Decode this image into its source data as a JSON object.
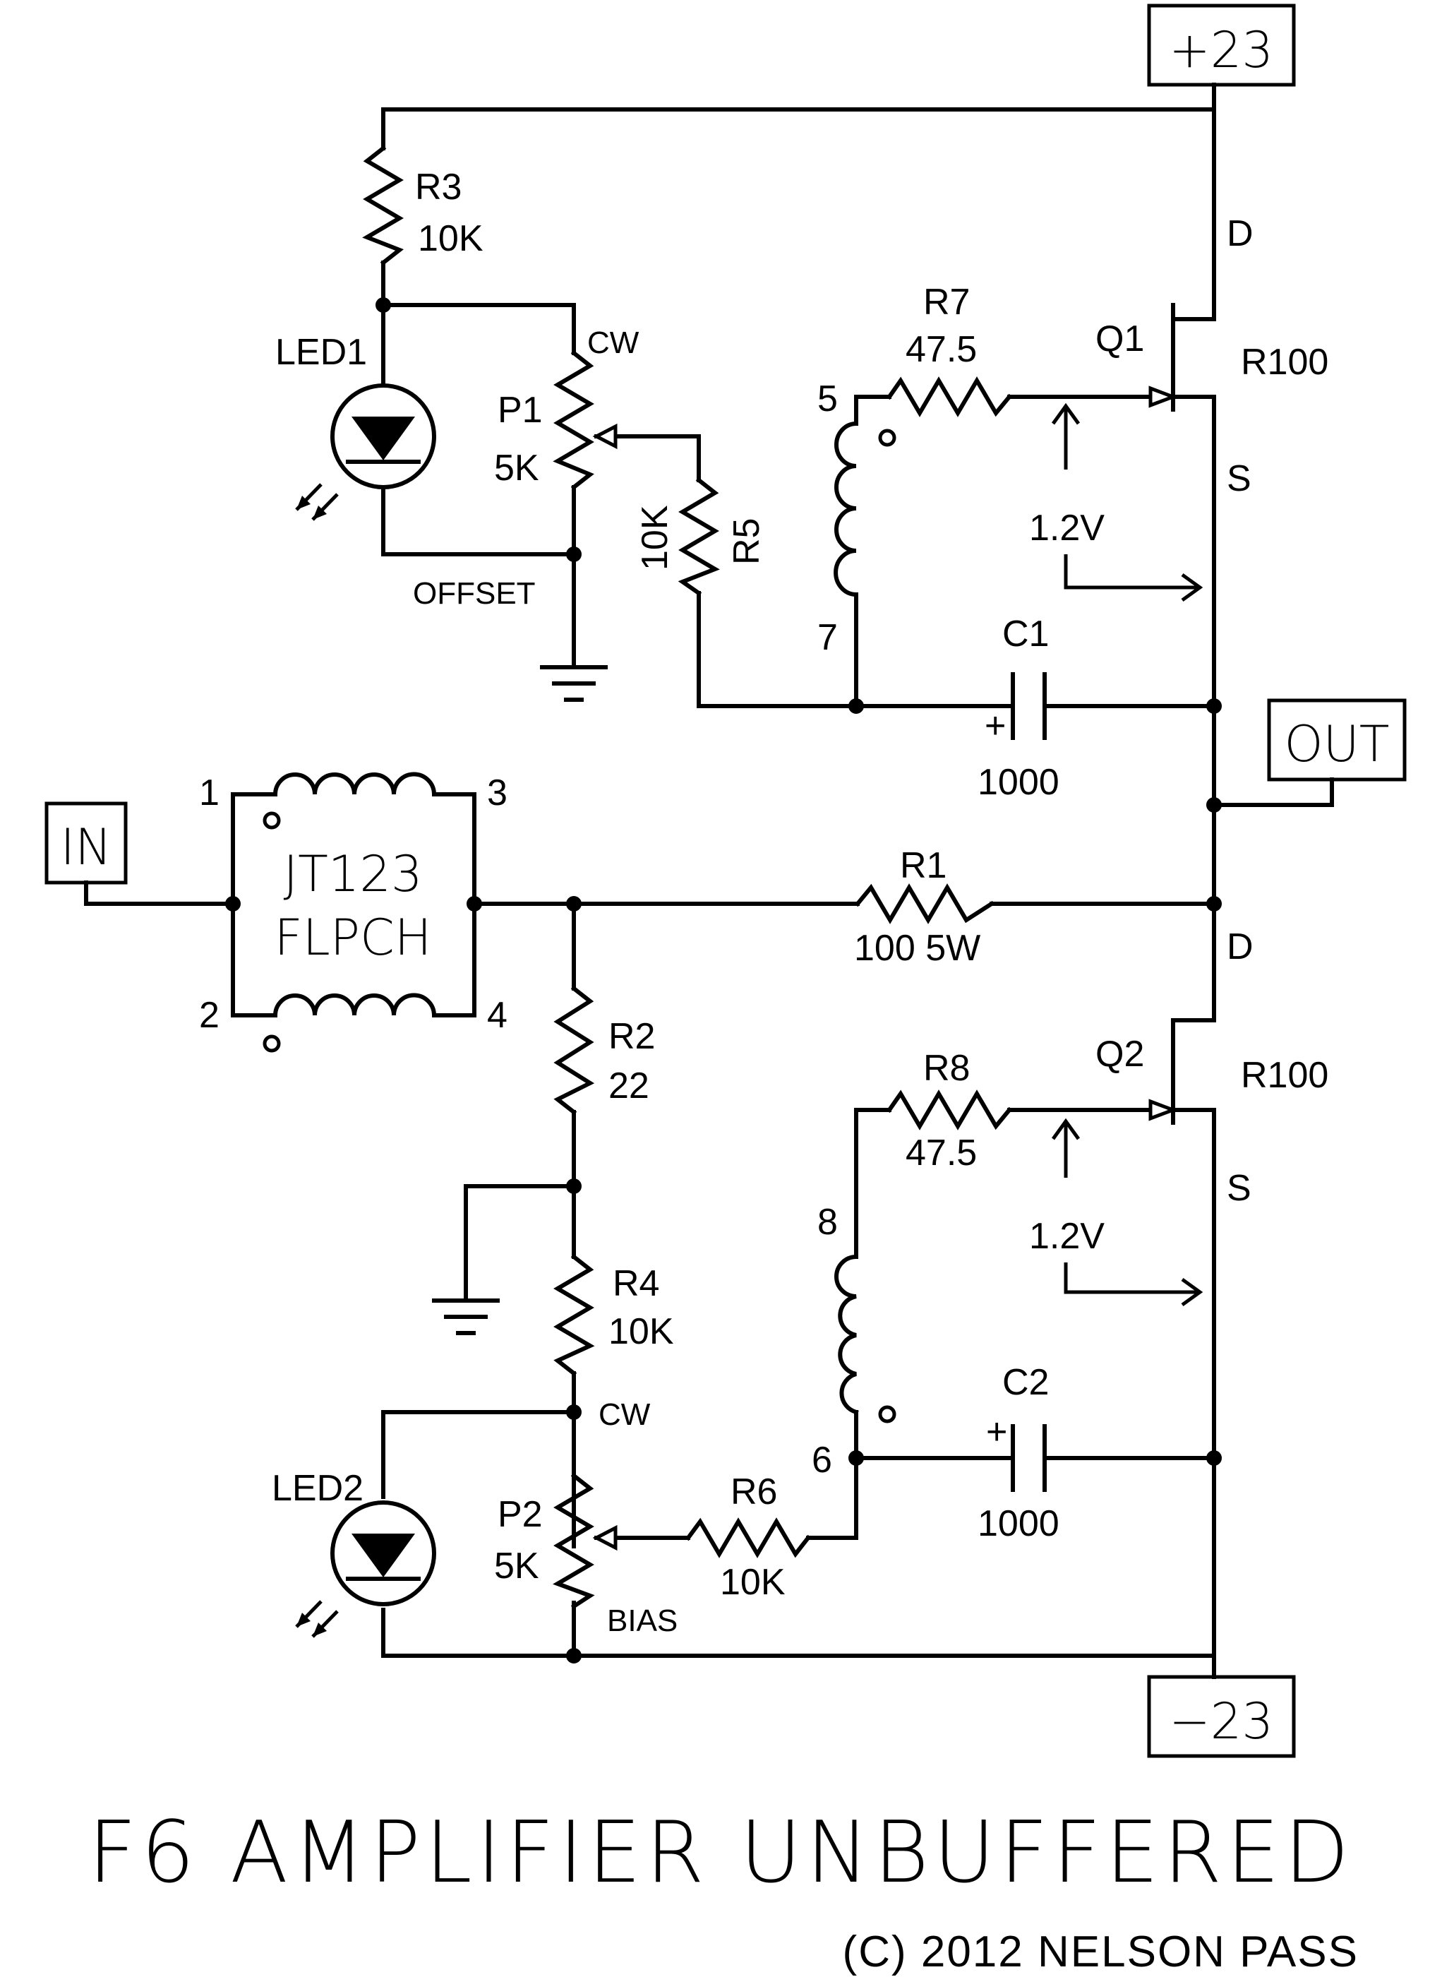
{
  "title": "F6 AMPLIFIER UNBUFFERED",
  "copyright": "(C) 2012 NELSON PASS",
  "rails": {
    "positive": "+23",
    "negative": "−23"
  },
  "ports": {
    "input": "IN",
    "output": "OUT"
  },
  "transformer": {
    "line1": "JT123",
    "line2": "FLPCH",
    "pins": [
      "1",
      "2",
      "3",
      "4"
    ]
  },
  "secondary_pins": [
    "5",
    "7",
    "8",
    "6"
  ],
  "components": {
    "R1": {
      "ref": "R1",
      "value": "100 5W"
    },
    "R2": {
      "ref": "R2",
      "value": "22"
    },
    "R3": {
      "ref": "R3",
      "value": "10K"
    },
    "R4": {
      "ref": "R4",
      "value": "10K"
    },
    "R5": {
      "ref": "R5",
      "value": "10K"
    },
    "R6": {
      "ref": "R6",
      "value": "10K"
    },
    "R7": {
      "ref": "R7",
      "value": "47.5"
    },
    "R8": {
      "ref": "R8",
      "value": "47.5"
    },
    "C1": {
      "ref": "C1",
      "value": "1000"
    },
    "C2": {
      "ref": "C2",
      "value": "1000"
    },
    "P1": {
      "ref": "P1",
      "value": "5K",
      "cw": "CW",
      "function": "OFFSET"
    },
    "P2": {
      "ref": "P2",
      "value": "5K",
      "cw": "CW",
      "function": "BIAS"
    },
    "LED1": {
      "ref": "LED1"
    },
    "LED2": {
      "ref": "LED2"
    },
    "Q1": {
      "ref": "Q1",
      "part": "R100",
      "drain": "D",
      "source": "S",
      "vgs": "1.2V"
    },
    "Q2": {
      "ref": "Q2",
      "part": "R100",
      "drain": "D",
      "source": "S",
      "vgs": "1.2V"
    }
  },
  "polarity_mark": "+"
}
